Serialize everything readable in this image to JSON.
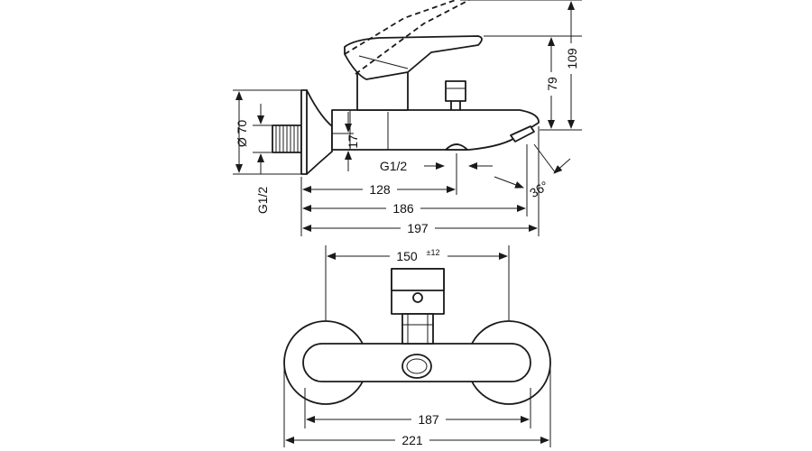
{
  "side_view": {
    "dim_diameter": "Ø 70",
    "dim_thread_left": "G1/2",
    "dim_17": "17",
    "dim_thread_spout": "G1/2",
    "dim_128": "128",
    "dim_186": "186",
    "dim_197": "197",
    "dim_79": "79",
    "dim_109": "109",
    "dim_angle": "36°"
  },
  "front_view": {
    "dim_150": "150",
    "dim_150_tol": "±12",
    "dim_187": "187",
    "dim_221": "221"
  }
}
